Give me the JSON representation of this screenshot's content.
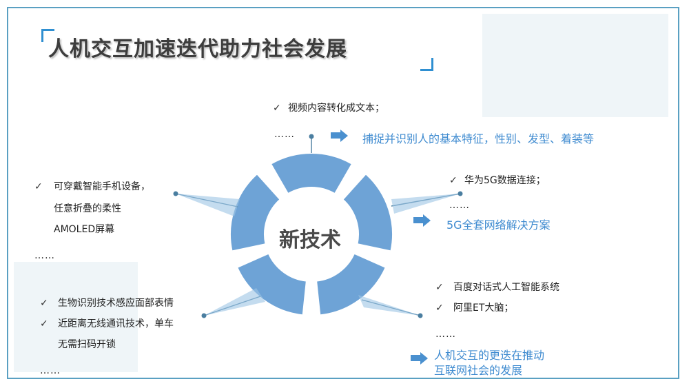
{
  "title": "人机交互加速迭代助力社会发展",
  "center_label": "新技术",
  "colors": {
    "accent": "#4a90cf",
    "ring": "#6ea3d6",
    "frame": "#5aa0c2",
    "connector": "#4a7ea0"
  },
  "icons": {
    "check": "✓",
    "arrow": "arrow-right-icon"
  },
  "top": {
    "items": [
      "视频内容转化成文本；"
    ],
    "ellipsis": "……",
    "result": "捕捉并识别人的基本特征，性别、发型、着装等"
  },
  "right_top": {
    "items": [
      "华为5G数据连接；"
    ],
    "ellipsis": "……",
    "result": "5G全套网络解决方案"
  },
  "left_top": {
    "item_line1": "可穿戴智能手机设备，",
    "item_line2": "任意折叠的柔性",
    "item_line3": "AMOLED屏幕",
    "ellipsis": "……"
  },
  "left_bottom": {
    "item1": "生物识别技术感应面部表情",
    "item2_line1": "近距离无线通讯技术，单车",
    "item2_line2": "无需扫码开锁",
    "ellipsis": "……"
  },
  "right_bottom": {
    "item1": "百度对话式人工智能系统",
    "item2": "阿里ET大脑；",
    "ellipsis": "……",
    "result_line1": "人机交互的更迭在推动",
    "result_line2": "互联网社会的发展"
  }
}
